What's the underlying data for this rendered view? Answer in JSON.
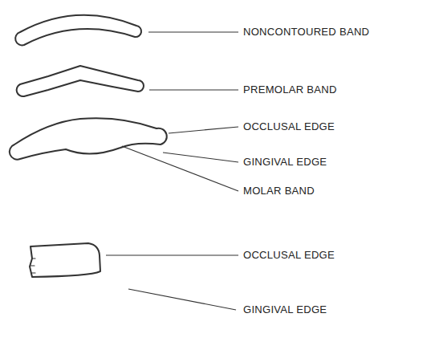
{
  "diagram": {
    "labels": [
      "NONCONTOURED BAND",
      "PREMOLAR BAND",
      "OCCLUSAL EDGE",
      "GINGIVAL EDGE",
      "MOLAR BAND",
      "OCCLUSAL EDGE",
      "GINGIVAL EDGE"
    ]
  }
}
